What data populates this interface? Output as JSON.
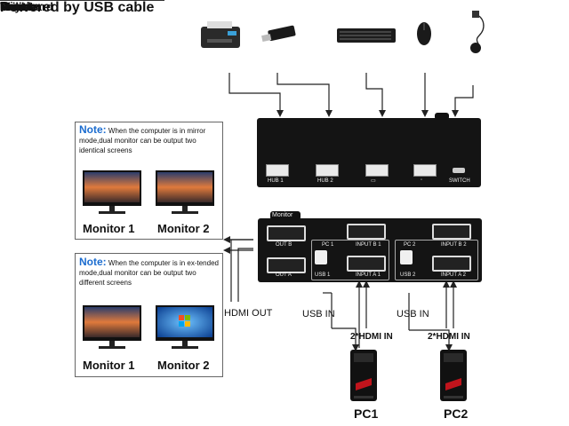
{
  "header": {
    "title": "Powered by USB cable"
  },
  "devices": {
    "printer": "Printer",
    "udisk": "U disk",
    "keyboard": "Keyboard",
    "mouse": "Mouse",
    "remote_line1": "Wired",
    "remote_line2": "Remote"
  },
  "top_box": {
    "ports": [
      "HUB 1",
      "HUB 2",
      "SWITCH"
    ]
  },
  "bottom_box": {
    "monitor_tag": "Monitor",
    "out_b": "OUT B",
    "out_a": "OUT A",
    "pc1": "PC 1",
    "pc2": "PC 2",
    "input_b1": "INPUT B 1",
    "input_a1": "INPUT A 1",
    "input_b2": "INPUT B 2",
    "input_a2": "INPUT A 2",
    "usb1": "USB 1",
    "usb2": "USB 2"
  },
  "notes": {
    "mirror": {
      "title": "Note:",
      "text": "When the computer is in mirror mode,dual monitor can be output two identical screens",
      "monitor1": "Monitor 1",
      "monitor2": "Monitor 2"
    },
    "extended": {
      "title": "Note:",
      "text": "When the computer is in ex-tended mode,dual monitor can be output two different screens",
      "monitor1": "Monitor 1",
      "monitor2": "Monitor 2"
    }
  },
  "labels": {
    "hdmi_out": "HDMI OUT",
    "usb_in_1": "USB IN",
    "hdmi_in_1": "2*HDMI IN",
    "usb_in_2": "USB IN",
    "hdmi_in_2": "2*HDMI IN",
    "pc1": "PC1",
    "pc2": "PC2"
  },
  "colors": {
    "note_title": "#1b6ccf",
    "box": "#141414",
    "pc_accent": "#c0141c"
  }
}
